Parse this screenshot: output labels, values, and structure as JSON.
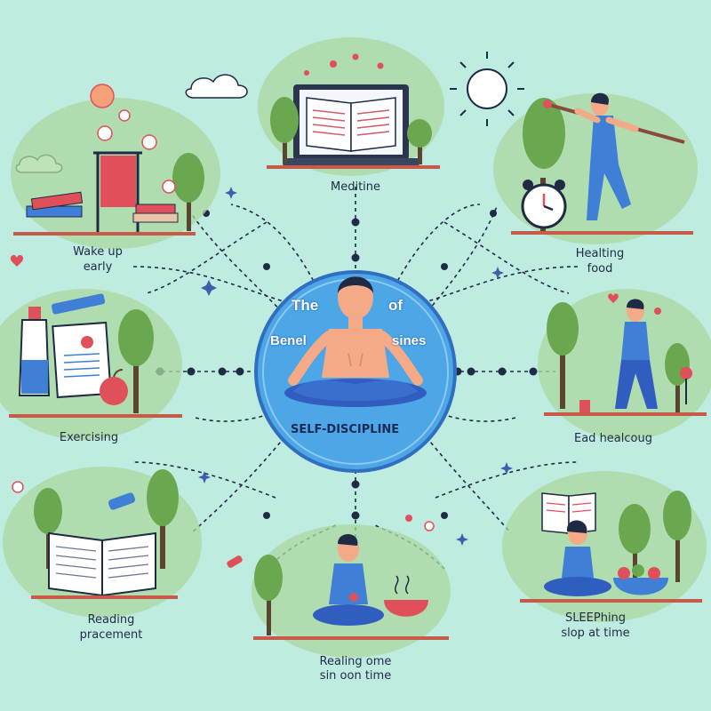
{
  "center": {
    "title_line1_left": "The",
    "title_line1_right": "of",
    "title_line2_left": "Benel",
    "title_line2_right": "sines",
    "subtitle": "SELF-DISCIPLINE"
  },
  "nodes": {
    "top": {
      "label": "Meditine"
    },
    "top_left": {
      "line1": "Wake up",
      "line2": "early"
    },
    "top_right": {
      "line1": "Healting",
      "line2": "food"
    },
    "mid_left": {
      "label": "Exercising"
    },
    "mid_right": {
      "label": "Ead healcoug"
    },
    "bottom_left": {
      "line1": "Reading",
      "line2": "pracement"
    },
    "bottom": {
      "line1": "Realing ome",
      "line2": "sin oon time"
    },
    "bottom_right": {
      "line1": "SLEEPhing",
      "line2": "slop at time"
    }
  },
  "colors": {
    "background": "#bfece0",
    "center_circle": "#4da6e6",
    "center_ring": "#2f6fc0",
    "connector": "#1f2a44",
    "skin": "#f4a987",
    "shirt": "#3f7fd6",
    "pants": "#2f5ec0",
    "tree": "#6aa84f",
    "bush": "#a9d8a0",
    "accent_red": "#e0505a"
  },
  "icons": [
    "sun-icon",
    "cloud-icon",
    "alarm-clock-icon",
    "book-icon",
    "laptop-icon",
    "tree-icon",
    "apple-icon",
    "bottle-icon",
    "bowl-icon",
    "flower-icon",
    "heart-icon"
  ]
}
